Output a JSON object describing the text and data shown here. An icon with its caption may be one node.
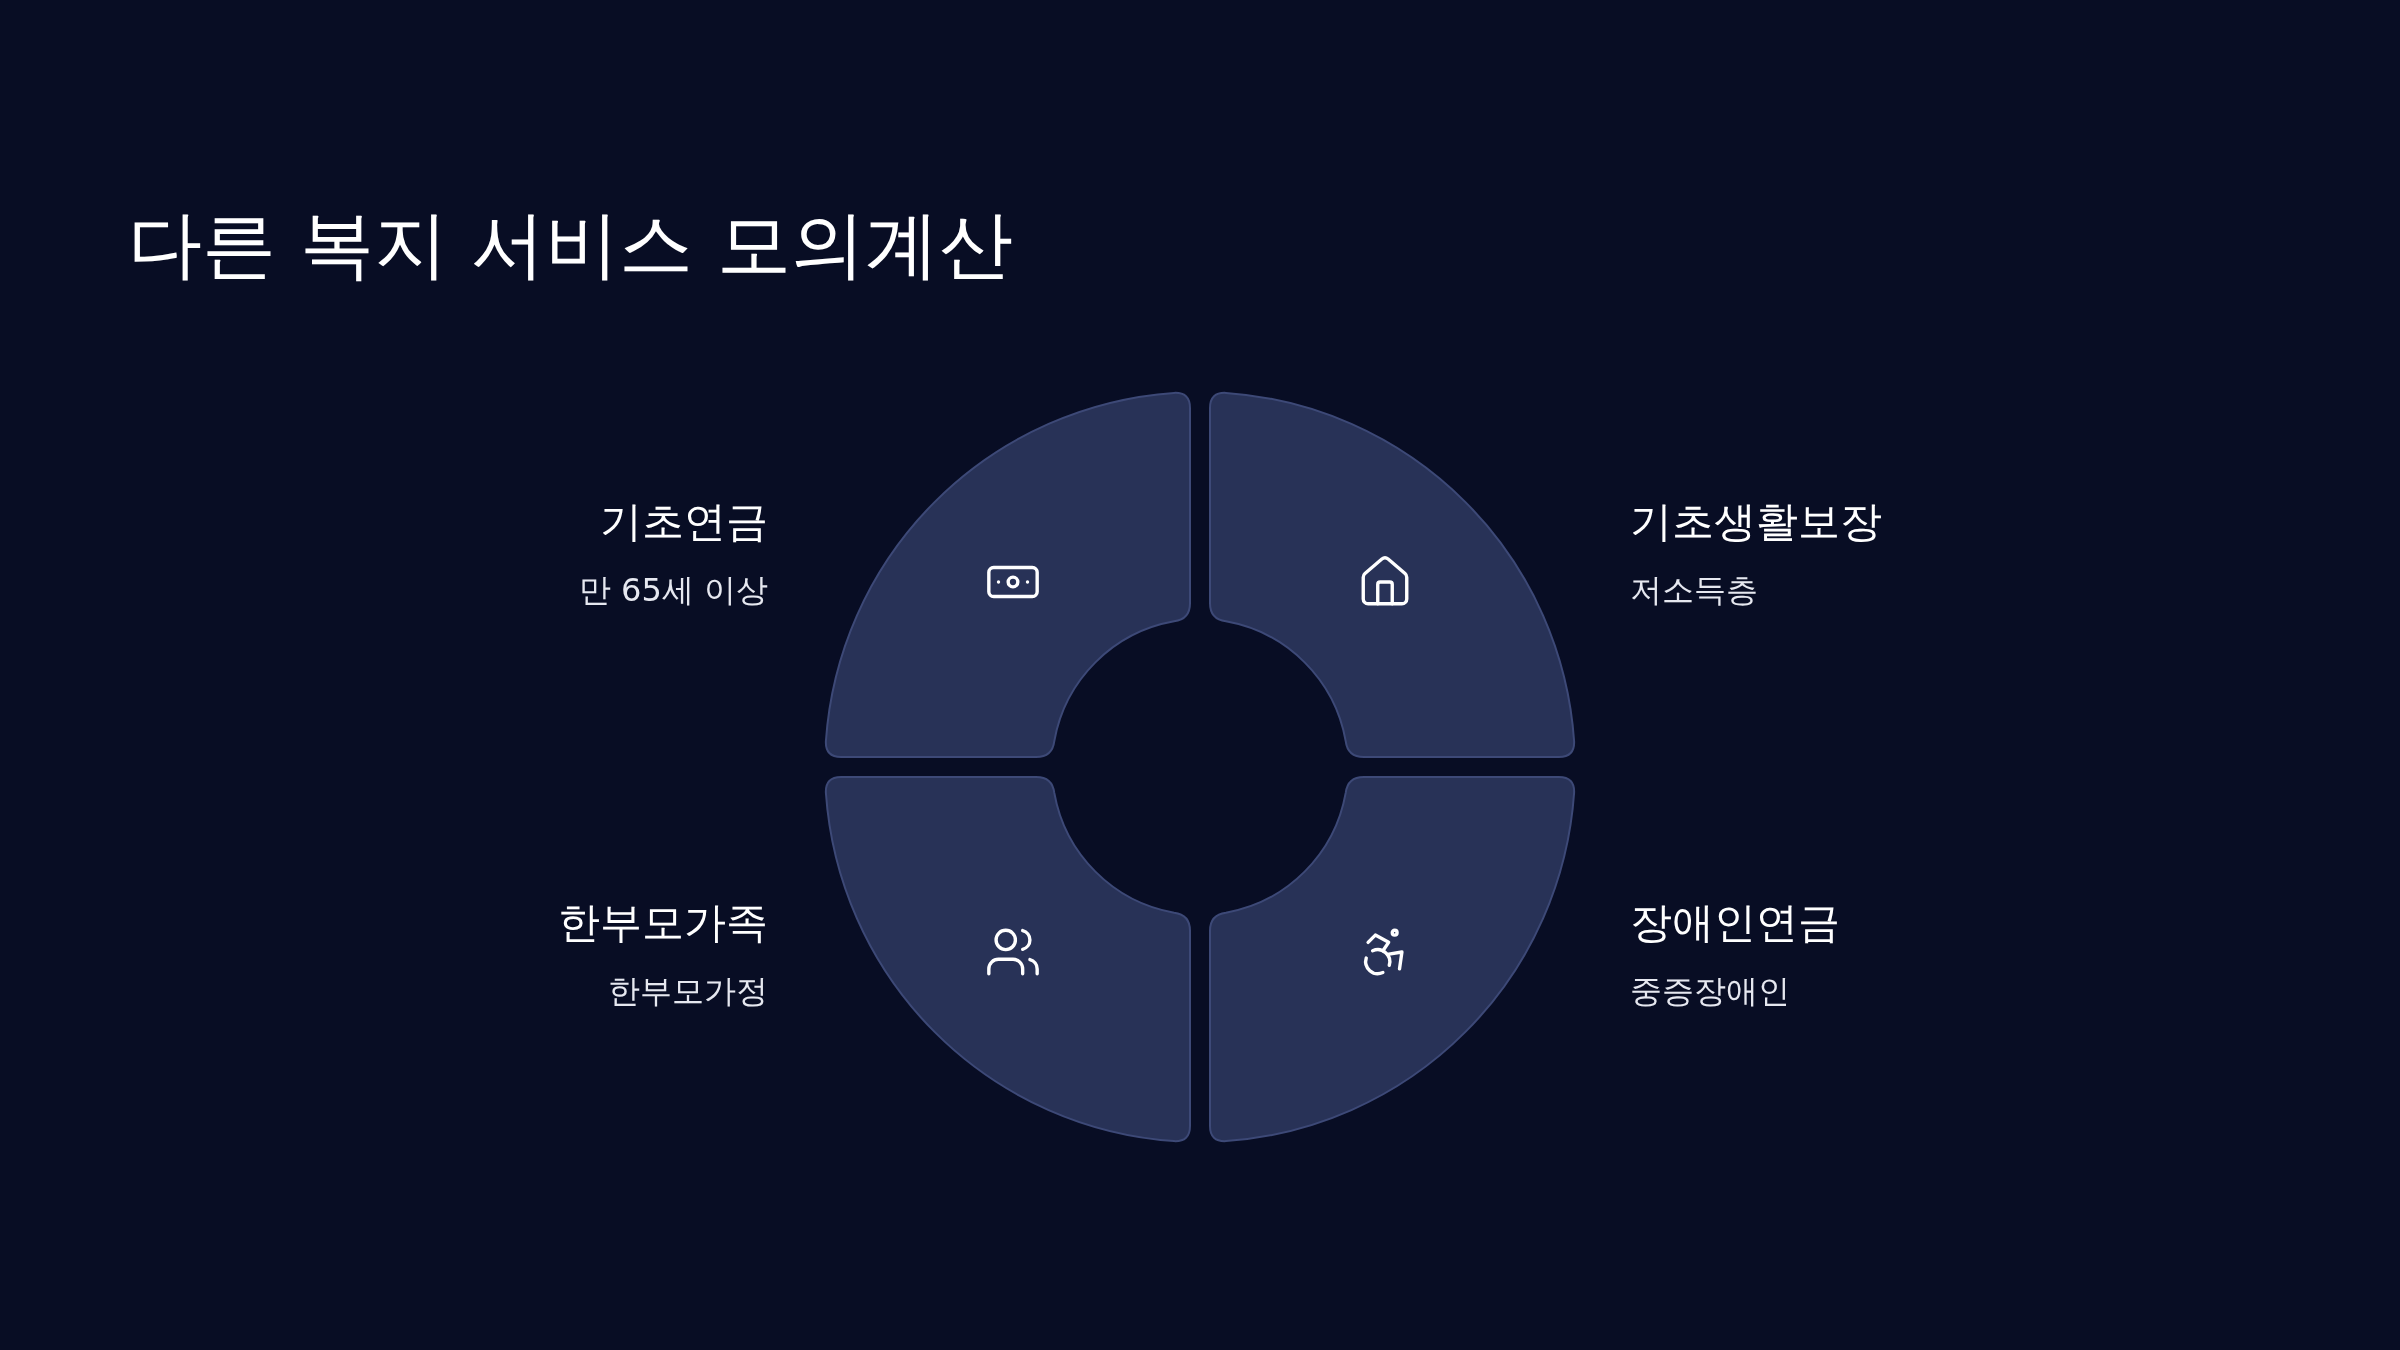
{
  "diagram": {
    "title": "다른 복지 서비스 모의계산",
    "nodes": [
      {
        "text": [
          "기초연금",
          "만 65세 이상"
        ]
      },
      {
        "text": [
          "기초생활보장",
          "저소득층"
        ]
      },
      {
        "text": [
          "한부모가족",
          "한부모가정"
        ]
      },
      {
        "text": [
          "장애인연금",
          "중증장애인"
        ]
      }
    ]
  }
}
